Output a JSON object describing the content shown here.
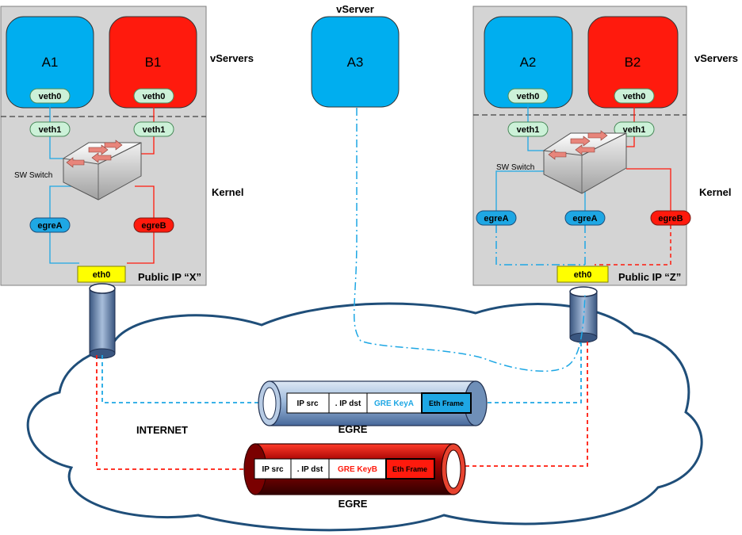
{
  "colors": {
    "vserver_blue": "#00aeef",
    "vserver_red": "#ff1a0d",
    "veth_green": "#ccf1d8",
    "egre_blue": "#1ea7e4",
    "egre_red": "#ff1a0d",
    "eth0_yellow": "#ffff00",
    "host_gray": "#d4d4d4"
  },
  "host_x": {
    "vserver_a": "A1",
    "vserver_b": "B1",
    "veth0_a": "veth0",
    "veth0_b": "veth0",
    "veth1_a": "veth1",
    "veth1_b": "veth1",
    "switch_label": "SW Switch",
    "egre_a": "egreA",
    "egre_b": "egreB",
    "eth0": "eth0",
    "vservers_label": "vServers",
    "kernel_label": "Kernel",
    "public_ip": "Public IP “X”"
  },
  "middle": {
    "title": "vServer",
    "vserver": "A3"
  },
  "host_z": {
    "vserver_a": "A2",
    "vserver_b": "B2",
    "veth0_a": "veth0",
    "veth0_b": "veth0",
    "veth1_a": "veth1",
    "veth1_b": "veth1",
    "switch_label": "SW Switch",
    "egre_a_left": "egreA",
    "egre_a_right": "egreA",
    "egre_b": "egreB",
    "eth0": "eth0",
    "vservers_label": "vServers",
    "kernel_label": "Kernel",
    "public_ip": "Public IP “Z”"
  },
  "internet_label": "INTERNET",
  "tunnel_a": {
    "ip_src": "IP src",
    "ip_dst": ". IP dst",
    "gre_key": "GRE KeyA",
    "eth_frame": "Eth Frame",
    "label": "EGRE"
  },
  "tunnel_b": {
    "ip_src": "IP src",
    "ip_dst": ". IP dst",
    "gre_key": "GRE KeyB",
    "eth_frame": "Eth Frame",
    "label": "EGRE"
  }
}
